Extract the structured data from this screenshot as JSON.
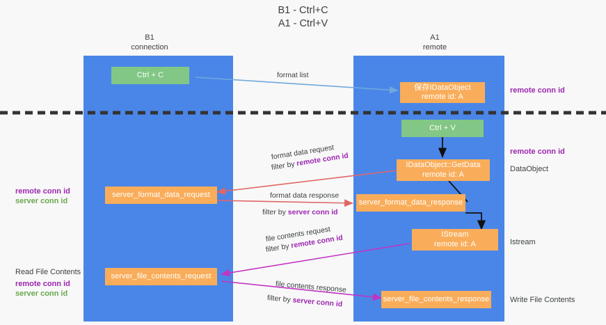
{
  "diagram": {
    "title": "B1 - Ctrl+C\nA1 - Ctrl+V",
    "colors": {
      "lane": "#4a86e8",
      "node_orange": "#f9ad5a",
      "node_green": "#82c785",
      "remote_conn_id": "#9c27b0",
      "server_conn_id": "#6aa84f",
      "background": "#f8f8f8",
      "divider": "#333333",
      "arrow_format_list": "#6fa8dc",
      "arrow_format_data": "#e06666",
      "arrow_file_contents": "#c233c2",
      "arrow_black": "#000000"
    },
    "columns": [
      {
        "name": "column-b1",
        "label": "B1\nconnection"
      },
      {
        "name": "column-a1",
        "label": "A1\nremote"
      }
    ],
    "nodes": [
      {
        "id": "ctrl-c",
        "label": "Ctrl + C",
        "style": "green"
      },
      {
        "id": "save-idataobject",
        "label": "保存IDataObject\nremote id: A",
        "style": "orange"
      },
      {
        "id": "ctrl-v",
        "label": "Ctrl + V",
        "style": "green"
      },
      {
        "id": "idataobject-getdata",
        "label": "IDataObject::GetData\nremote id: A",
        "style": "orange"
      },
      {
        "id": "server-format-data-request",
        "label": "server_format_data_request",
        "style": "orange"
      },
      {
        "id": "server-format-data-response",
        "label": "server_format_data_response",
        "style": "orange"
      },
      {
        "id": "istream",
        "label": "IStream\nremote id: A",
        "style": "orange"
      },
      {
        "id": "server-file-contents-request",
        "label": "server_file_contents_request",
        "style": "orange"
      },
      {
        "id": "server-file-contents-response",
        "label": "server_file_contents_response",
        "style": "orange"
      }
    ],
    "right_labels": [
      {
        "id": "right-remote-conn-id-top",
        "text": "remote conn id",
        "tone": "purple"
      },
      {
        "id": "right-remote-conn-id-mid",
        "text": "remote conn id",
        "tone": "purple"
      },
      {
        "id": "right-dataobject",
        "text": "DataObject",
        "tone": "plain"
      },
      {
        "id": "right-istream",
        "text": "Istream",
        "tone": "plain"
      },
      {
        "id": "right-write-file-contents",
        "text": "Write File Contents",
        "tone": "plain"
      }
    ],
    "left_labels": [
      {
        "id": "left-remote-conn-id",
        "text": "remote conn id"
      },
      {
        "id": "left-server-conn-id",
        "text": "server conn id"
      },
      {
        "id": "left-read-file",
        "text": "Read File Contents"
      },
      {
        "id": "left-remote-conn-id-2",
        "text": "remote conn id"
      },
      {
        "id": "left-server-conn-id-2",
        "text": "server conn id"
      }
    ],
    "edges": [
      {
        "id": "edge-format-list",
        "label": "format list",
        "filter_prefix": "",
        "filter_key": ""
      },
      {
        "id": "edge-format-data-request",
        "label": "format data request",
        "filter_prefix": "filter by ",
        "filter_key": "remote conn id"
      },
      {
        "id": "edge-format-data-response",
        "label": "format data response",
        "filter_prefix": "filter by ",
        "filter_key": "server conn id"
      },
      {
        "id": "edge-file-contents-request",
        "label": "file contents request",
        "filter_prefix": "filter by ",
        "filter_key": "remote conn id"
      },
      {
        "id": "edge-file-contents-response",
        "label": "file contents response",
        "filter_prefix": "filter by ",
        "filter_key": "server conn id"
      }
    ]
  }
}
